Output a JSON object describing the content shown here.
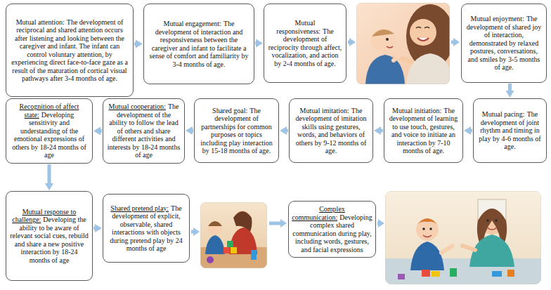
{
  "diagram": {
    "nodes": [
      {
        "text": [
          "Mutual attention:",
          "The development of reciprocal and shared attention occurs after listening and looking between the caregiver and infant. The infant can control voluntary attention, by experiencing direct face-to-face gaze as a result of the maturation of cortical visual pathways after 3-4 months of age."
        ]
      },
      {
        "text": [
          "Mutual engagement:",
          "The development of interaction and responsiveness between the caregiver and infant to facilitate a sense of comfort and familiarity by 3-4 months of age."
        ]
      },
      {
        "text": [
          "Mutual responsiveness:",
          "The development of reciprocity through affect, vocalization, and action by 2-4 months of age."
        ]
      },
      {
        "text": [
          "Mutual enjoyment:",
          "The development of shared joy of interaction, demonstrated by relaxed postures, conversations, and smiles by 3-5 months of age."
        ]
      },
      {
        "text": [
          "Mutual pacing:",
          "The development of joint rhythm and timing in play by 4-6 months of age."
        ]
      },
      {
        "text": [
          "Mutual initiation:",
          "The development of learning to use touch, gestures, and voice to initiate an interaction by 7-10 months of age."
        ]
      },
      {
        "text": [
          "Mutual imitation:",
          "The development of imitation skills using gestures, words, and behaviors of others by 9-12 months of age."
        ]
      },
      {
        "text": [
          "Shared goal:",
          "The development of partnerships for common purposes or topics including play interaction by 15-18 months of age."
        ]
      },
      {
        "text": [
          "Mutual cooperation:",
          "The development of the ability to follow the lead of others and share different activities and interests by 18-24 months of age"
        ]
      },
      {
        "text": [
          "Recognition of affect state:",
          "Developing sensitivity and understanding of the emotional expressions of others by 18-24 months of age"
        ]
      },
      {
        "text": [
          "Mutual response to challenge:",
          "Developing the ability to be aware of relevant social cues, rebuild and share a new positive interaction by 18-24 months of age"
        ]
      },
      {
        "text": [
          "Shared pretend play:",
          "The development of explicit, observable, shared interactions with objects during pretend play by 24 months of age"
        ]
      },
      {
        "text": [
          "Complex communication:",
          "Developing complex shared communication during play, including words, gestures, and facial expressions"
        ]
      }
    ],
    "edges": [
      {
        "from": 0,
        "to": 1,
        "arrow": "to"
      },
      {
        "from": 1,
        "to": 2,
        "arrow": "to"
      },
      {
        "from": 3,
        "to": 4,
        "arrow": "to"
      },
      {
        "from": 4,
        "to": 5,
        "arrow": "to"
      },
      {
        "from": 5,
        "to": 6,
        "arrow": "to"
      },
      {
        "from": 6,
        "to": 7,
        "arrow": "to"
      },
      {
        "from": 7,
        "to": 8,
        "arrow": "to"
      },
      {
        "from": 8,
        "to": 9,
        "arrow": "to"
      },
      {
        "from": 9,
        "to": 10,
        "arrow": "to"
      },
      {
        "from": 10,
        "to": 11,
        "arrow": "to"
      }
    ]
  }
}
